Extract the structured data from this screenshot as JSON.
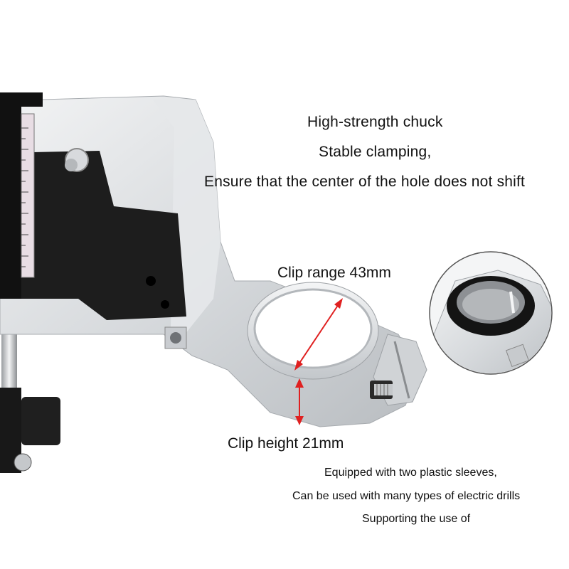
{
  "headline": {
    "line1": "High-strength chuck",
    "line2": "Stable clamping,",
    "line3": "Ensure that the center of the hole does not shift"
  },
  "dimensions": {
    "range_label": "Clip range 43mm",
    "height_label": "Clip height 21mm"
  },
  "notes": {
    "line1": "Equipped with two plastic sleeves,",
    "line2": "Can be used with many types of electric drills",
    "line3": "Supporting the use of"
  },
  "colors": {
    "arrow": "#e02020",
    "metal": "#d9dcdf",
    "dark_part": "#1c1c1c",
    "sleeve": "#151515"
  }
}
